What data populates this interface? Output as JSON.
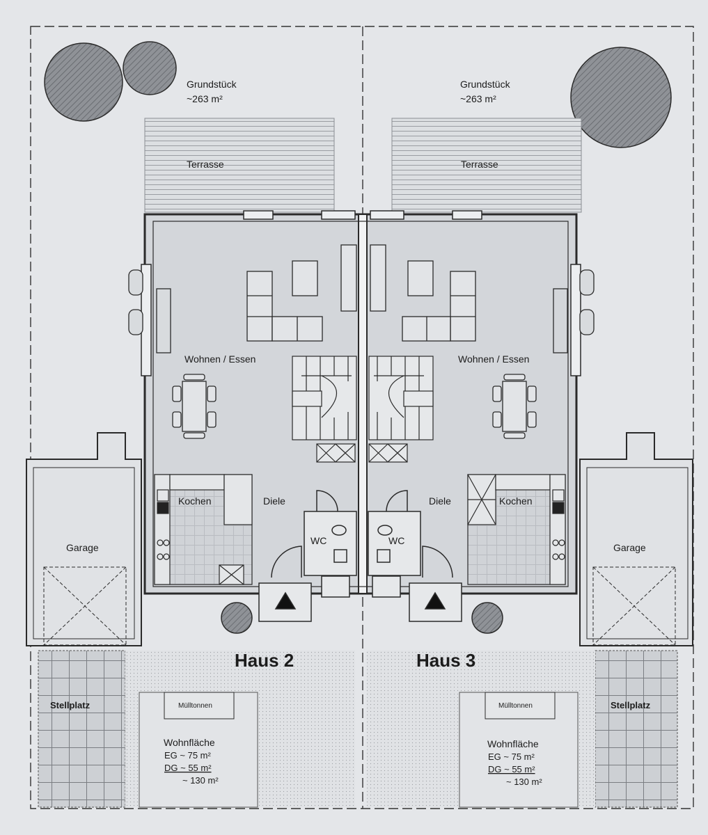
{
  "houses": [
    {
      "name": "Haus 2",
      "plot_label": "Grundstück",
      "plot_area": "~263 m²",
      "terrace": "Terrasse",
      "living": "Wohnen / Essen",
      "kitchen": "Kochen",
      "hall": "Diele",
      "wc": "WC",
      "garage": "Garage",
      "parking": "Stellplatz",
      "bins": "Mülltonnen",
      "living_area": {
        "title": "Wohnfläche",
        "eg": "EG  ~ 75 m²",
        "dg": "DG  ~ 55 m²",
        "total": "~ 130 m²"
      }
    },
    {
      "name": "Haus 3",
      "plot_label": "Grundstück",
      "plot_area": "~263 m²",
      "terrace": "Terrasse",
      "living": "Wohnen / Essen",
      "kitchen": "Kochen",
      "hall": "Diele",
      "wc": "WC",
      "garage": "Garage",
      "parking": "Stellplatz",
      "bins": "Mülltonnen",
      "living_area": {
        "title": "Wohnfläche",
        "eg": "EG  ~ 75 m²",
        "dg": "DG  ~ 55 m²",
        "total": "~ 130 m²"
      }
    }
  ],
  "colors": {
    "paper": "#e4e6e9",
    "floor": "#d3d6da",
    "tree": "#8e9196",
    "line": "#2a2a2a"
  }
}
